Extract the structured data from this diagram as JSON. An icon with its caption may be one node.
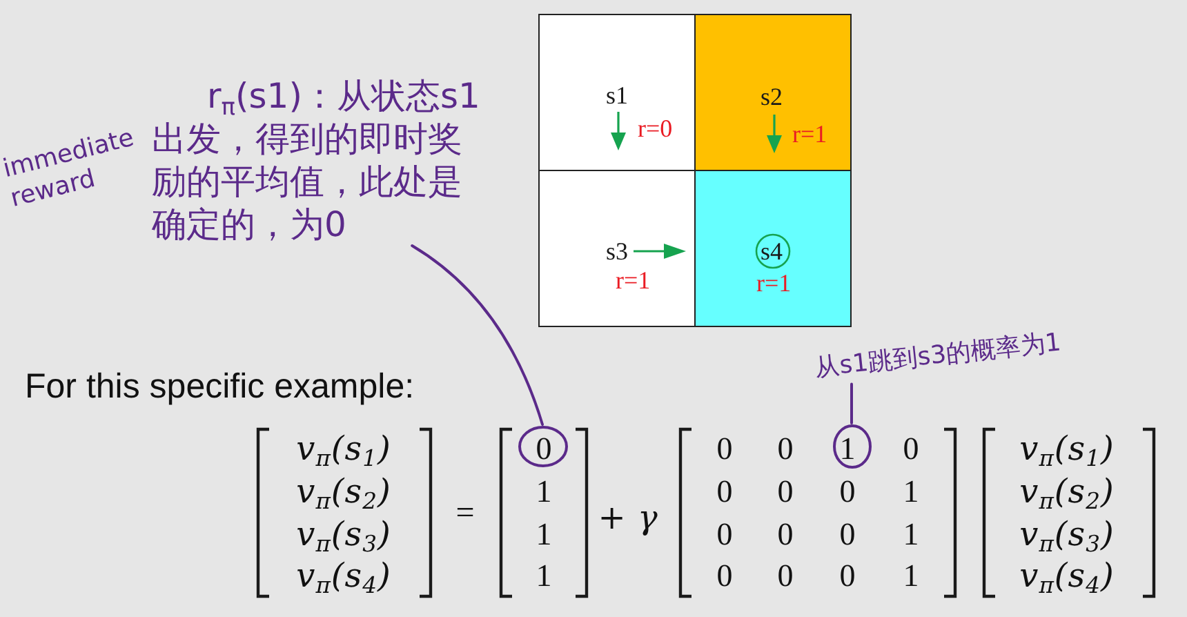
{
  "diagram": {
    "nodes": [
      {
        "text": [
          "s1",
          "r=0"
        ]
      },
      {
        "text": [
          "s2",
          "r=1"
        ]
      },
      {
        "text": [
          "s3",
          "r=1"
        ]
      },
      {
        "text": [
          "s4",
          "r=1"
        ]
      },
      {
        "text": [
          "r$_{π}$(s1)：从状态s1出发，得到的即时奖励的平均值，此处是确定的，为0"
        ]
      },
      {
        "text": [
          "从s1跳到s3的概率为1"
        ]
      },
      {
        "text": [],
        "shape": "circle"
      },
      {
        "text": [],
        "shape": "circle"
      }
    ],
    "edges": [
      {
        "from": 4,
        "to": 6,
        "arrow": "none"
      },
      {
        "from": 5,
        "to": 7,
        "arrow": "none"
      }
    ],
    "labels": [
      "immediate reward",
      "For this specific example:",
      "v$_{π}$(s$_{1}$)",
      "v$_{π}$(s$_{2}$)",
      "v$_{π}$(s$_{3}$)",
      "v$_{π}$(s$_{4}$)",
      "=",
      "0",
      "1",
      "1",
      "1",
      "+ γ",
      "0",
      "0",
      "1",
      "0",
      "0",
      "0",
      "0",
      "1",
      "0",
      "0",
      "0",
      "1",
      "0",
      "0",
      "0",
      "1",
      "v$_{π}$(s$_{1}$)",
      "v$_{π}$(s$_{2}$)",
      "v$_{π}$(s$_{3}$)",
      "v$_{π}$(s$_{4}$)"
    ]
  }
}
